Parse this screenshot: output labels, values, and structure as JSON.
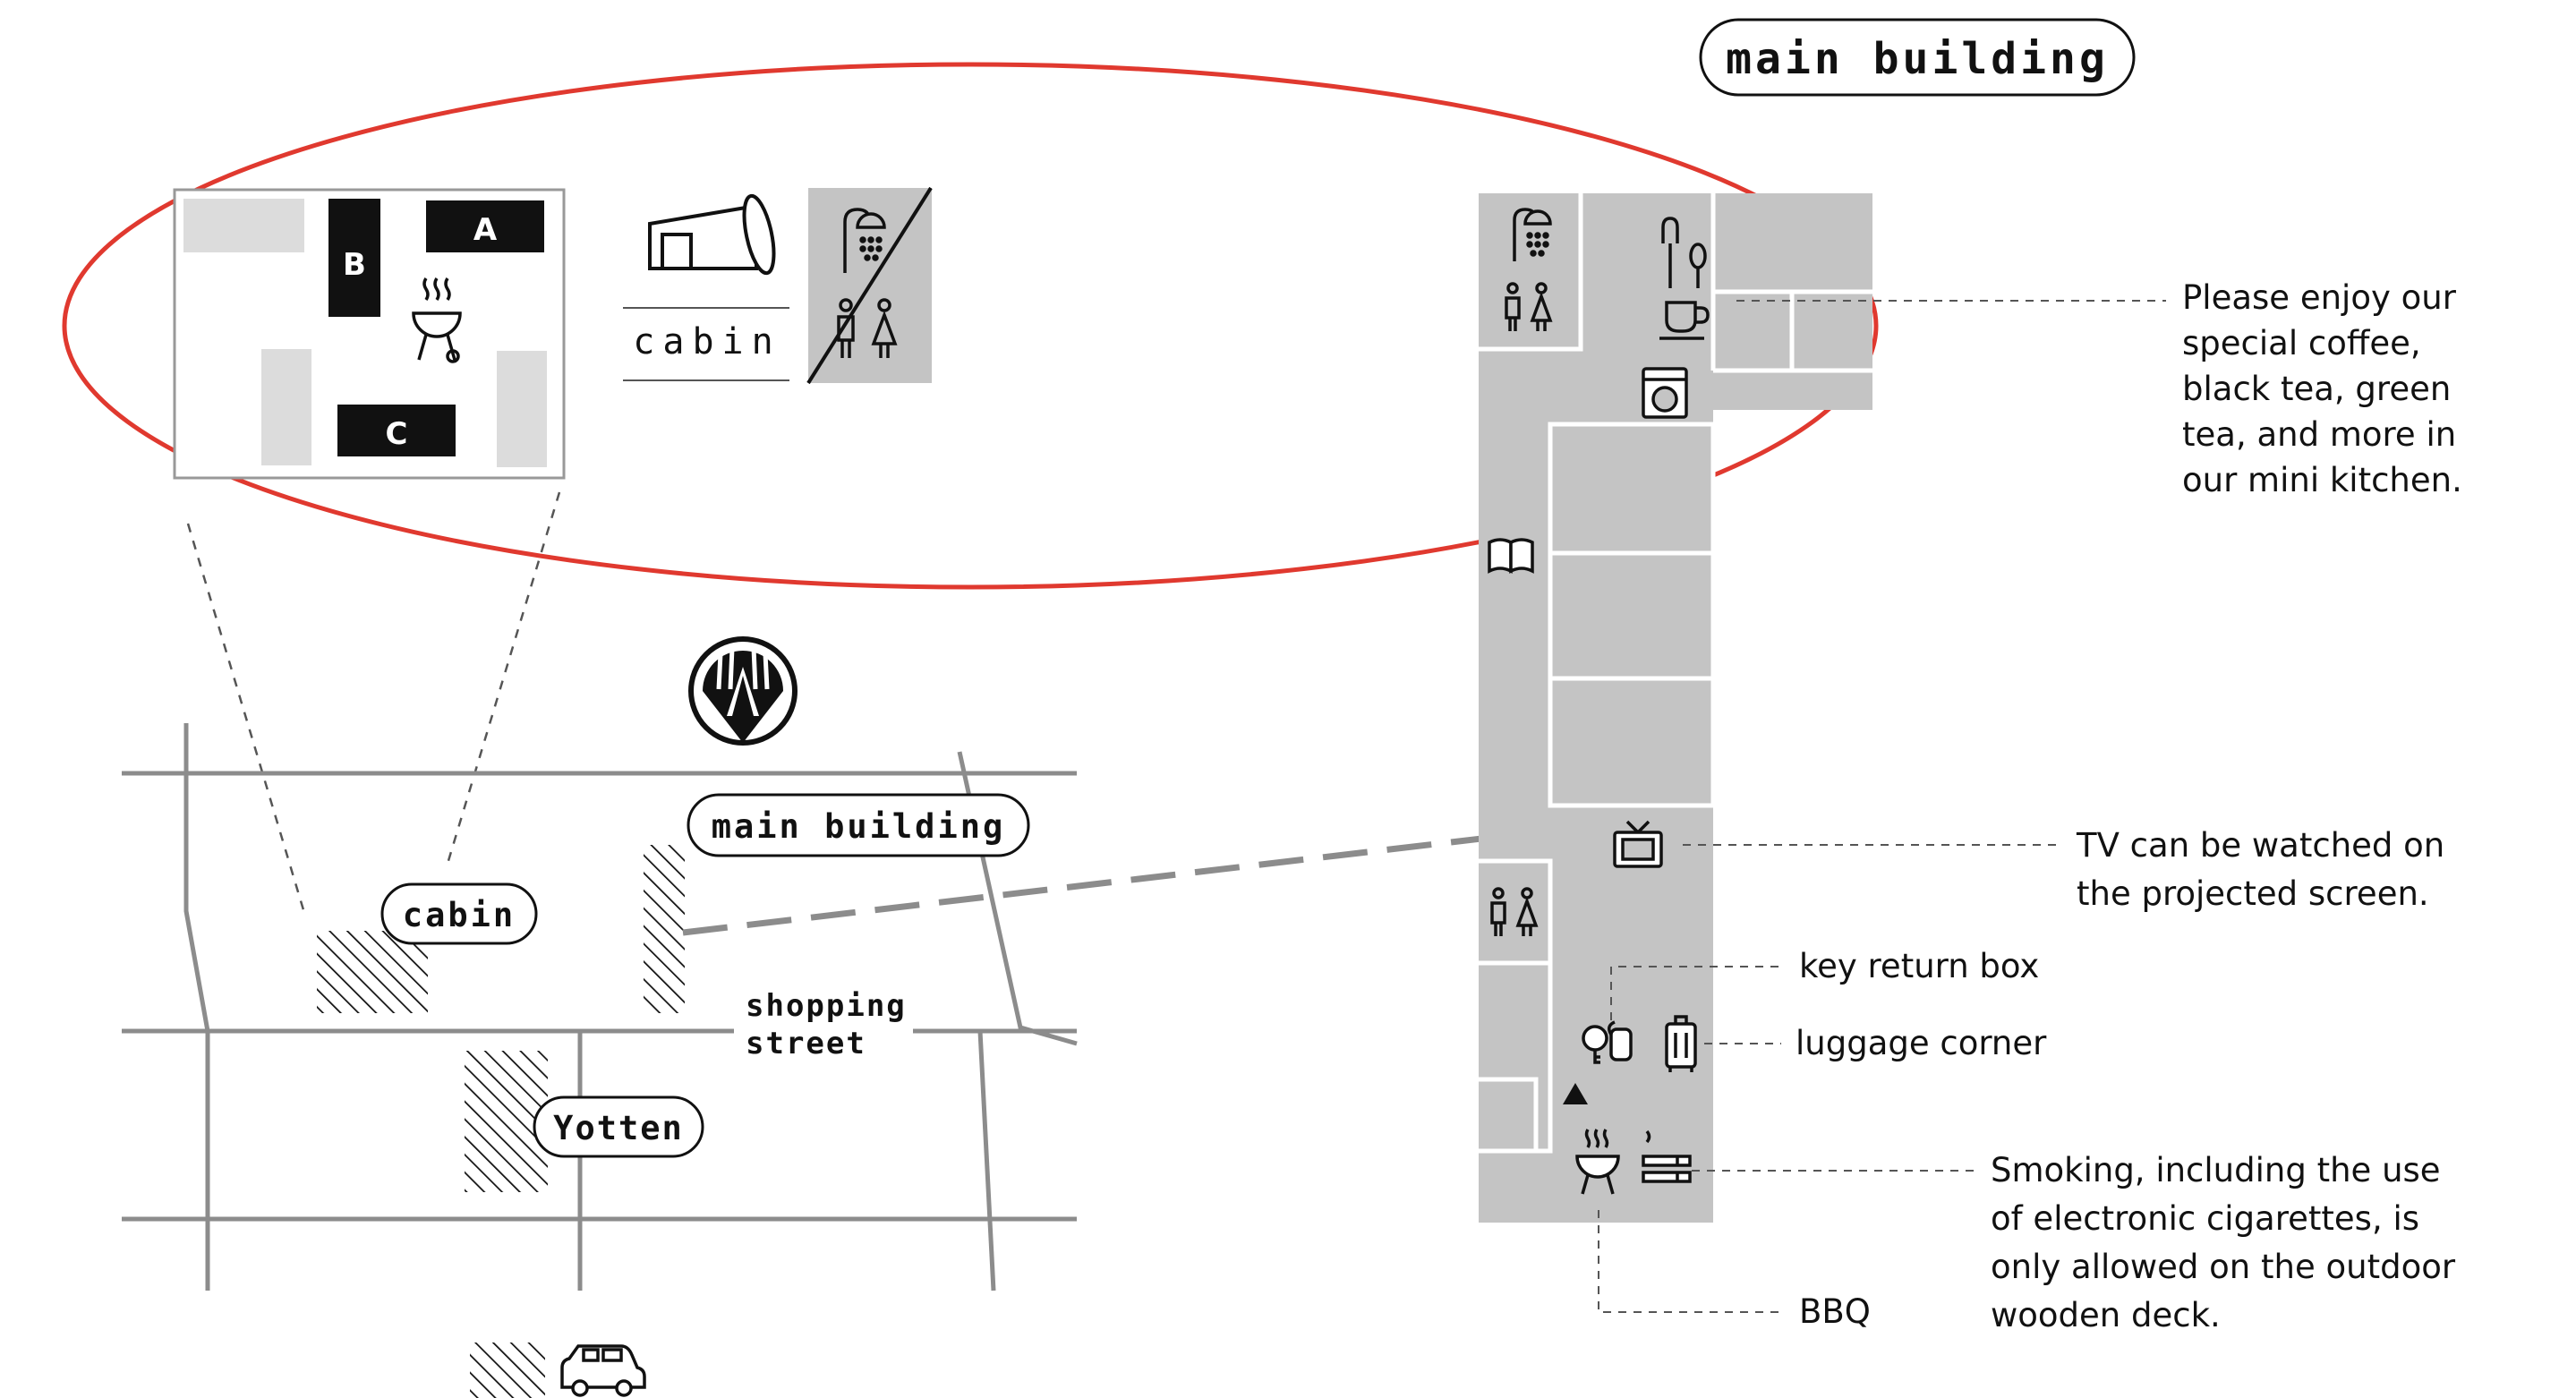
{
  "colors": {
    "accent_red": "#e0392f",
    "floor_gray": "#c4c4c4",
    "street_gray": "#8c8c8c",
    "light_gray": "#dcdcdc",
    "ink": "#111111"
  },
  "map": {
    "logo_icon": "forest-tree-logo-icon",
    "labels": {
      "main_building": "main building",
      "cabin": "cabin",
      "shopping_street_line1": "shopping",
      "shopping_street_line2": "street",
      "yotten": "Yotten"
    },
    "parking_icon": "car-icon"
  },
  "zoom": {
    "cabins": {
      "a": "A",
      "b": "B",
      "c": "C"
    },
    "bbq_icon": "bbq-grill-icon",
    "cabin_label": "cabin",
    "cabin_icon": "cabin-icon",
    "no_facilities_icons": [
      "shower-icon",
      "toilet-icon"
    ]
  },
  "floorplan": {
    "title": "main building",
    "icons": [
      "shower-icon",
      "toilet-icon",
      "kitchen-utensils-icon",
      "coffee-cup-icon",
      "washing-machine-icon",
      "book-icon",
      "tv-icon",
      "toilet-icon",
      "key-icon",
      "luggage-icon",
      "bbq-grill-icon",
      "cigarette-icon",
      "entrance-arrow-icon"
    ],
    "notes": {
      "kitchen": [
        "Please enjoy our",
        "special coffee,",
        "black tea, green",
        "tea, and more in",
        "our mini kitchen."
      ],
      "tv": [
        "TV can be watched on",
        "the projected screen."
      ],
      "key": "key return box",
      "luggage": "luggage corner",
      "smoking": [
        "Smoking, including the use",
        "of electronic cigarettes, is",
        "only allowed on the outdoor",
        "wooden deck."
      ],
      "bbq": "BBQ"
    }
  }
}
